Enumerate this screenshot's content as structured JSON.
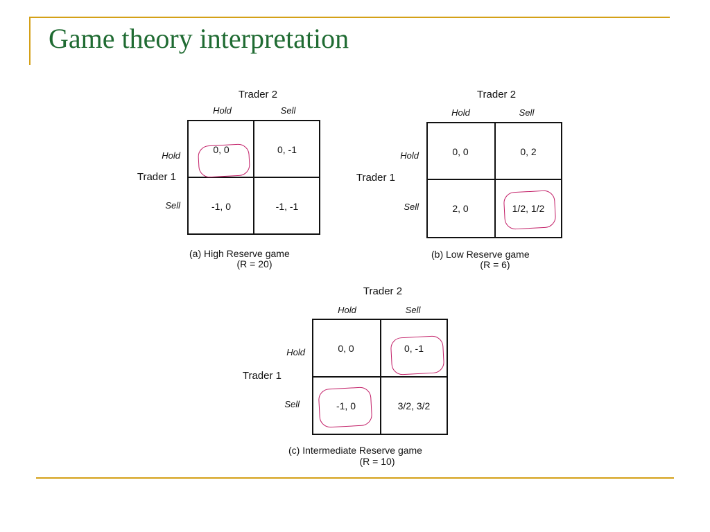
{
  "slide": {
    "title": "Game theory interpretation",
    "colors": {
      "title": "#1f6b32",
      "rule": "#d4a017",
      "circle": "#c21d66"
    }
  },
  "games": [
    {
      "player2": "Trader 2",
      "player1": "Trader 1",
      "strategies_p2": [
        "Hold",
        "Sell"
      ],
      "strategies_p1": [
        "Hold",
        "Sell"
      ],
      "payoffs": [
        [
          "0, 0",
          "0, -1"
        ],
        [
          "-1, 0",
          "-1, -1"
        ]
      ],
      "caption": "(a)  High Reserve game",
      "param": "(R = 20)",
      "circled": [
        "Hold/Hold"
      ]
    },
    {
      "player2": "Trader 2",
      "player1": "Trader 1",
      "strategies_p2": [
        "Hold",
        "Sell"
      ],
      "strategies_p1": [
        "Hold",
        "Sell"
      ],
      "payoffs": [
        [
          "0, 0",
          "0, 2"
        ],
        [
          "2, 0",
          "1/2, 1/2"
        ]
      ],
      "caption": "(b)  Low Reserve game",
      "param": "(R = 6)",
      "circled": [
        "Sell/Sell"
      ]
    },
    {
      "player2": "Trader 2",
      "player1": "Trader 1",
      "strategies_p2": [
        "Hold",
        "Sell"
      ],
      "strategies_p1": [
        "Hold",
        "Sell"
      ],
      "payoffs": [
        [
          "0, 0",
          "0, -1"
        ],
        [
          "-1, 0",
          "3/2, 3/2"
        ]
      ],
      "caption": "(c)  Intermediate Reserve game",
      "param": "(R = 10)",
      "circled": [
        "Hold/Sell",
        "Sell/Hold"
      ]
    }
  ]
}
